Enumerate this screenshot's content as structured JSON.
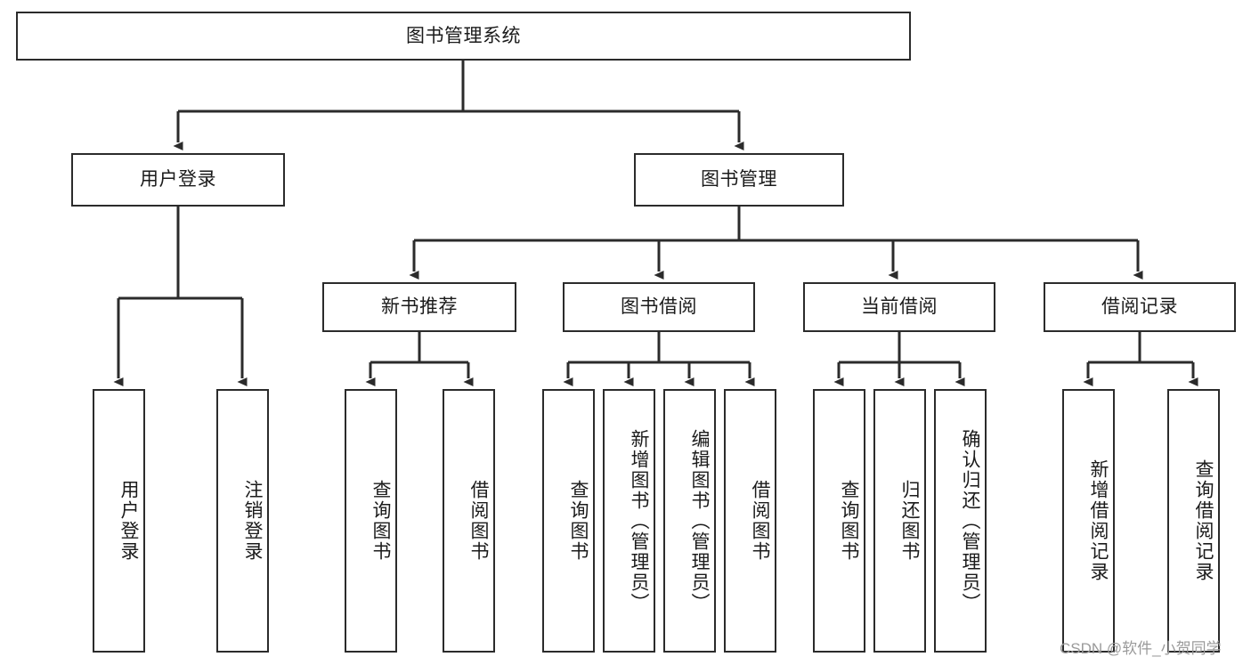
{
  "diagram": {
    "type": "tree",
    "title": "图书管理系统",
    "orientation": "top-down",
    "colors": {
      "box_border": "#2b2b2b",
      "box_fill": "#ffffff",
      "line": "#2b2b2b",
      "text": "#1b1b1b",
      "watermark": "#9a9a9a",
      "background": "#ffffff"
    },
    "root": {
      "id": "root",
      "label": "图书管理系统"
    },
    "level2": [
      {
        "id": "user-login",
        "label": "用户登录"
      },
      {
        "id": "book-manage",
        "label": "图书管理"
      }
    ],
    "level3": [
      {
        "id": "new-book-rec",
        "label": "新书推荐",
        "parent": "book-manage"
      },
      {
        "id": "book-borrow",
        "label": "图书借阅",
        "parent": "book-manage"
      },
      {
        "id": "current-borrow",
        "label": "当前借阅",
        "parent": "book-manage"
      },
      {
        "id": "borrow-record",
        "label": "借阅记录",
        "parent": "book-manage"
      }
    ],
    "leaves": [
      {
        "id": "leaf-user-login",
        "label": "用户登录",
        "parent": "user-login"
      },
      {
        "id": "leaf-logout",
        "label": "注销登录",
        "parent": "user-login"
      },
      {
        "id": "leaf-query-book-1",
        "label": "查询图书",
        "parent": "new-book-rec"
      },
      {
        "id": "leaf-borrow-book-1",
        "label": "借阅图书",
        "parent": "new-book-rec"
      },
      {
        "id": "leaf-query-book-2",
        "label": "查询图书",
        "parent": "book-borrow"
      },
      {
        "id": "leaf-add-book",
        "label": "新增图书（管理员）",
        "parent": "book-borrow"
      },
      {
        "id": "leaf-edit-book",
        "label": "编辑图书（管理员）",
        "parent": "book-borrow"
      },
      {
        "id": "leaf-borrow-book-2",
        "label": "借阅图书",
        "parent": "book-borrow"
      },
      {
        "id": "leaf-query-book-3",
        "label": "查询图书",
        "parent": "current-borrow"
      },
      {
        "id": "leaf-return-book",
        "label": "归还图书",
        "parent": "current-borrow"
      },
      {
        "id": "leaf-confirm-return",
        "label": "确认归还（管理员）",
        "parent": "current-borrow"
      },
      {
        "id": "leaf-add-record",
        "label": "新增借阅记录",
        "parent": "borrow-record"
      },
      {
        "id": "leaf-query-record",
        "label": "查询借阅记录",
        "parent": "borrow-record"
      }
    ]
  },
  "watermark": {
    "text": "CSDN @软件_小贺同学"
  }
}
